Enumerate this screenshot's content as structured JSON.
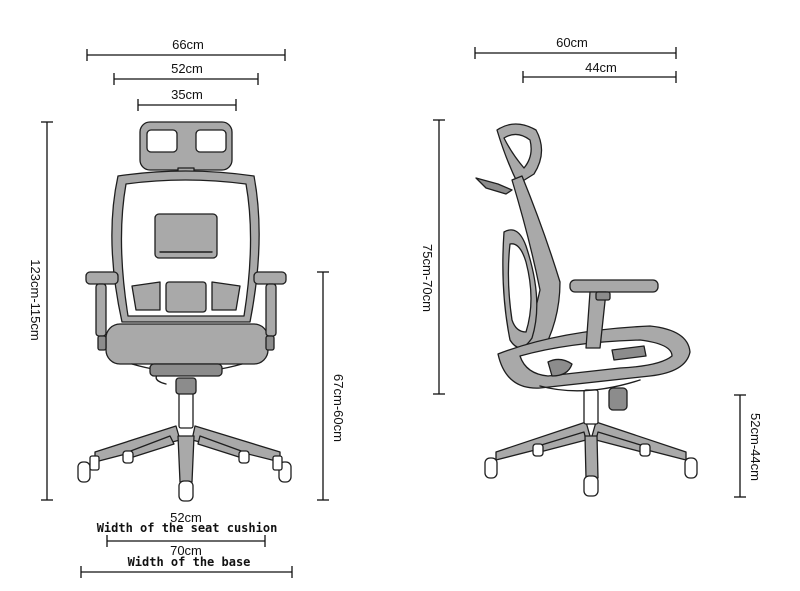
{
  "front_view": {
    "overall_width": "66cm",
    "back_width": "52cm",
    "headrest_width": "35cm",
    "total_height": "123cm-115cm",
    "seat_height_from_floor": "67cm-60cm",
    "seat_cushion_width": "52cm",
    "seat_cushion_caption": "Width of the seat cushion",
    "base_width": "70cm",
    "base_caption": "Width of the base"
  },
  "side_view": {
    "overall_depth": "60cm",
    "seat_depth": "44cm",
    "backrest_height": "75cm-70cm",
    "seat_height": "52cm-44cm"
  }
}
